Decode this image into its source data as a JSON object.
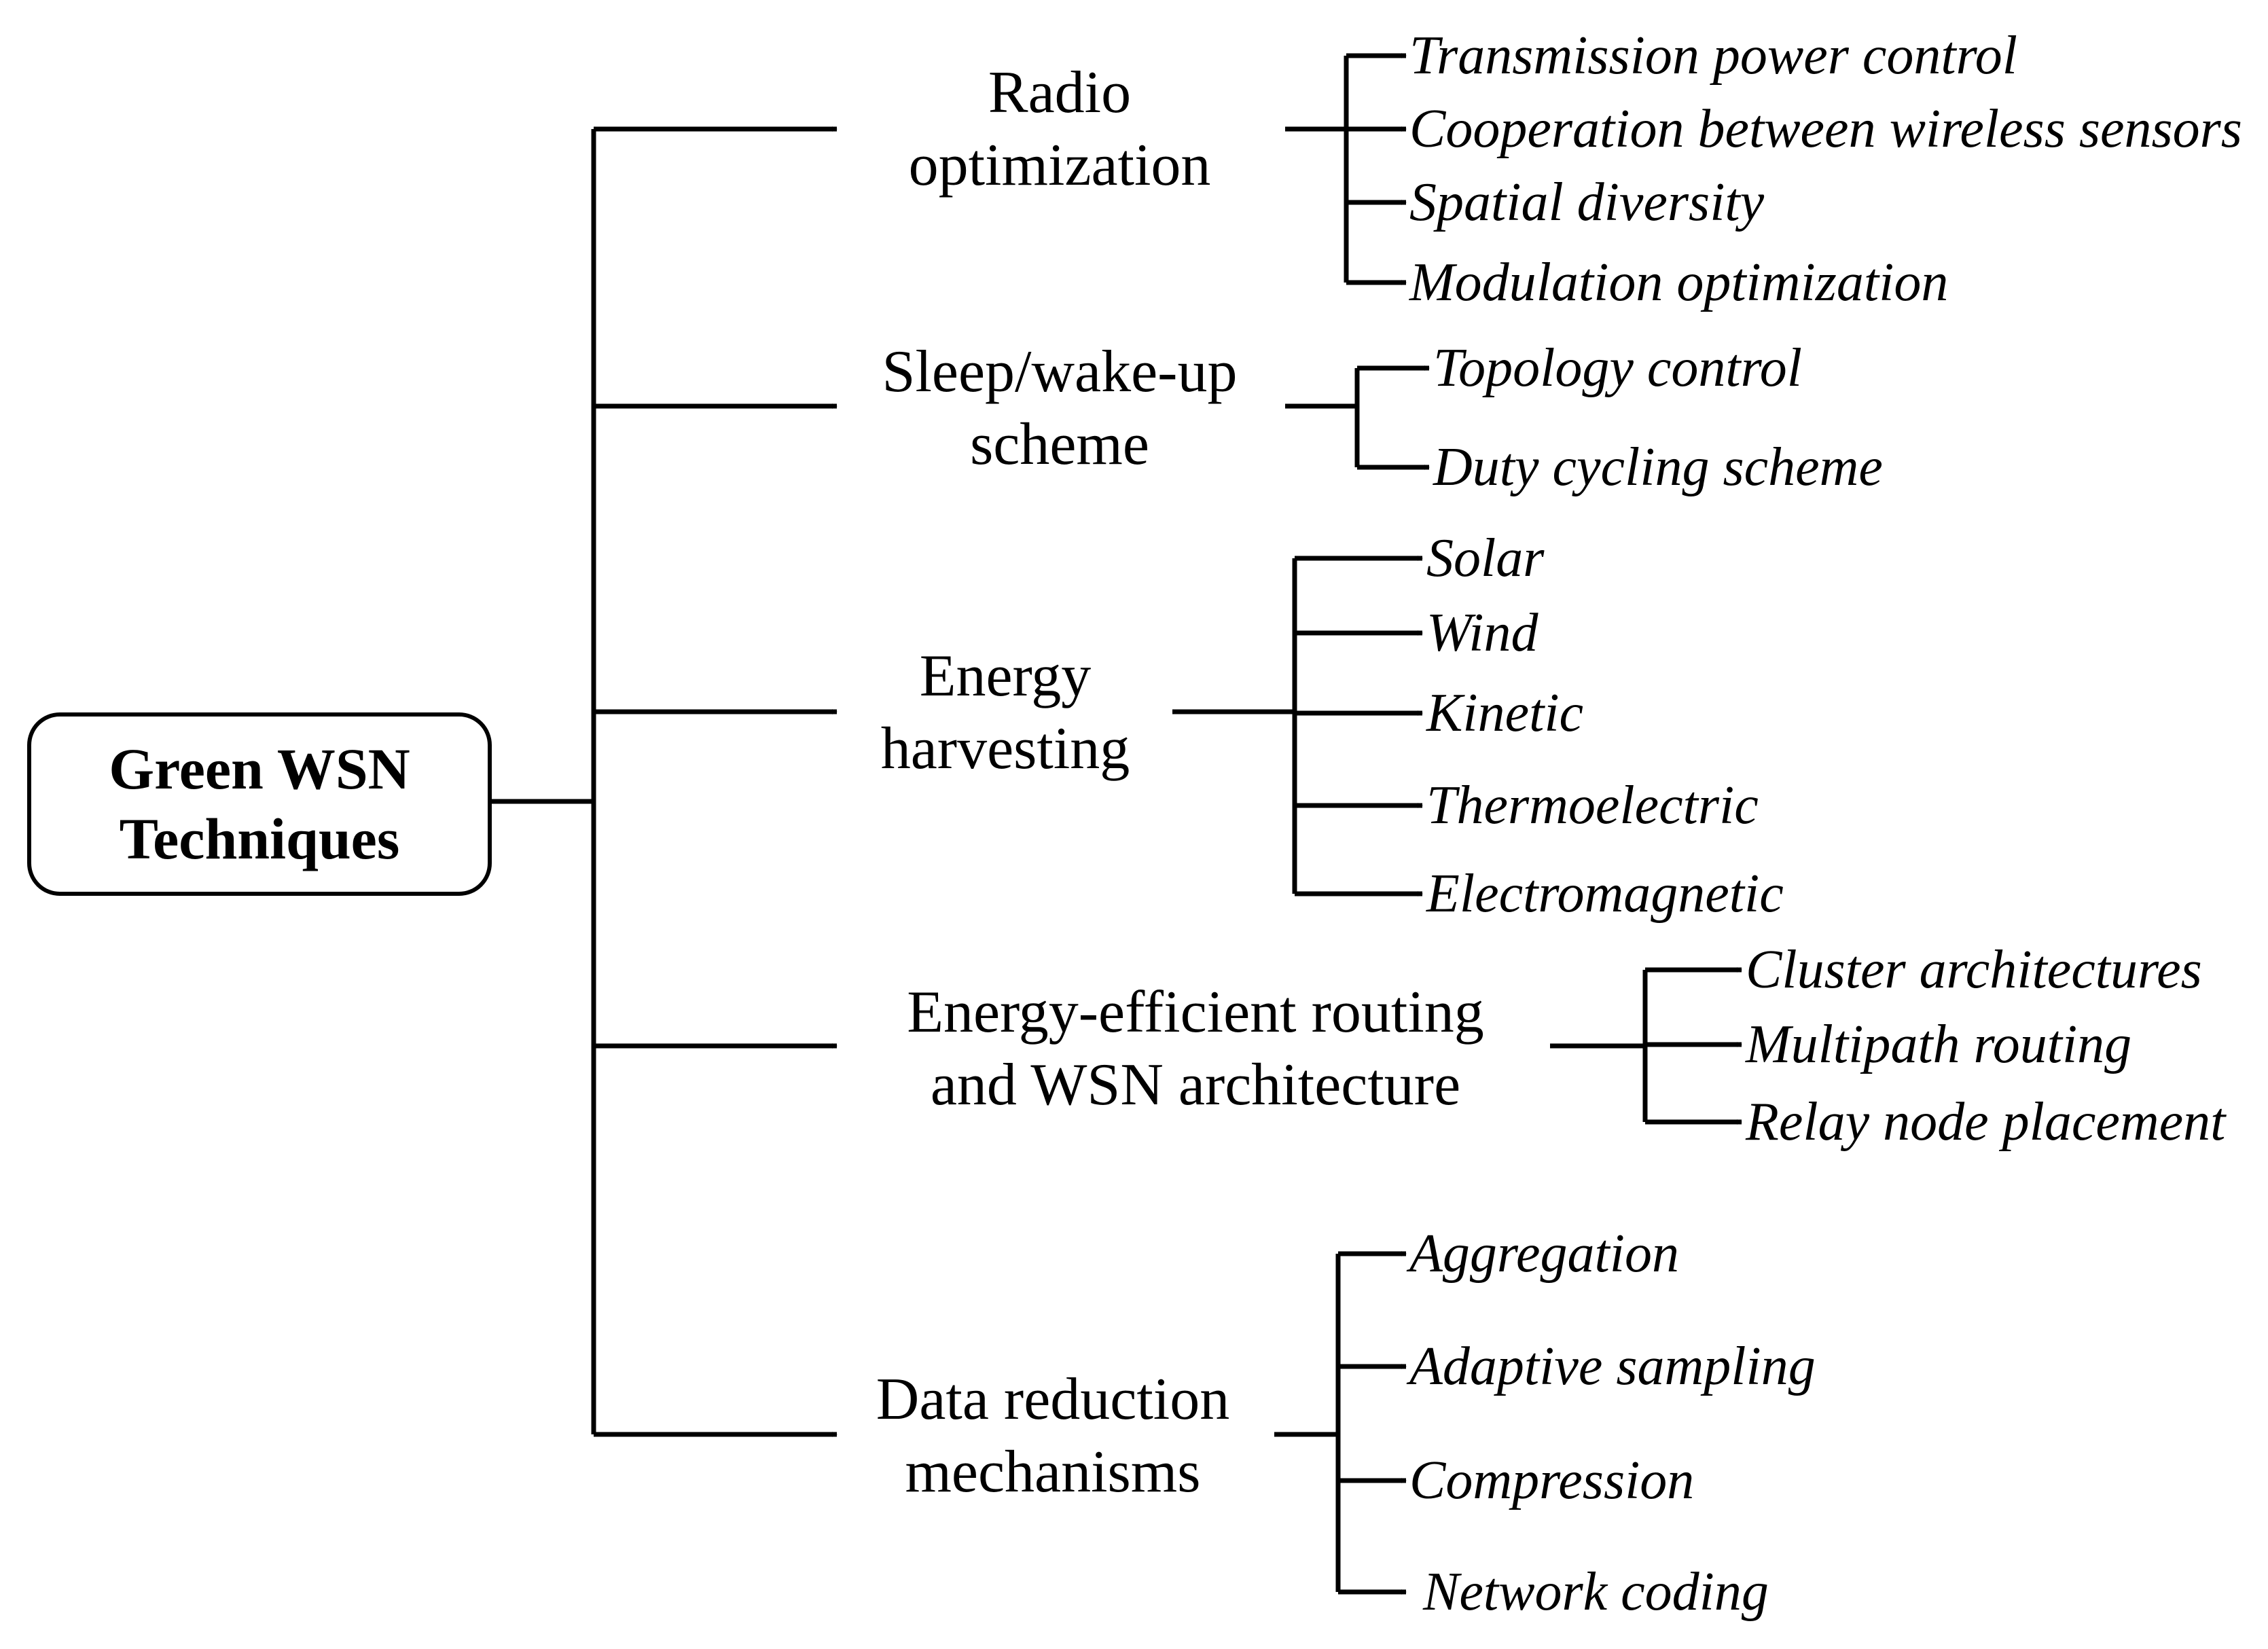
{
  "root": {
    "line1": "Green WSN",
    "line2": "Techniques"
  },
  "categories": [
    {
      "line1": "Radio",
      "line2": "optimization",
      "items": [
        "Transmission power control",
        "Cooperation between wireless sensors",
        "Spatial diversity",
        "Modulation optimization"
      ]
    },
    {
      "line1": "Sleep/wake-up",
      "line2": "scheme",
      "items": [
        "Topology control",
        "Duty cycling scheme"
      ]
    },
    {
      "line1": "Energy",
      "line2": "harvesting",
      "items": [
        "Solar",
        "Wind",
        "Kinetic",
        "Thermoelectric",
        "Electromagnetic"
      ]
    },
    {
      "line1": "Energy-efficient routing",
      "line2": "and WSN architecture",
      "items": [
        "Cluster architectures",
        "Multipath routing",
        "Relay node placement"
      ]
    },
    {
      "line1": "Data reduction",
      "line2": "mechanisms",
      "items": [
        "Aggregation",
        "Adaptive sampling",
        "Compression",
        "Network coding"
      ]
    }
  ]
}
